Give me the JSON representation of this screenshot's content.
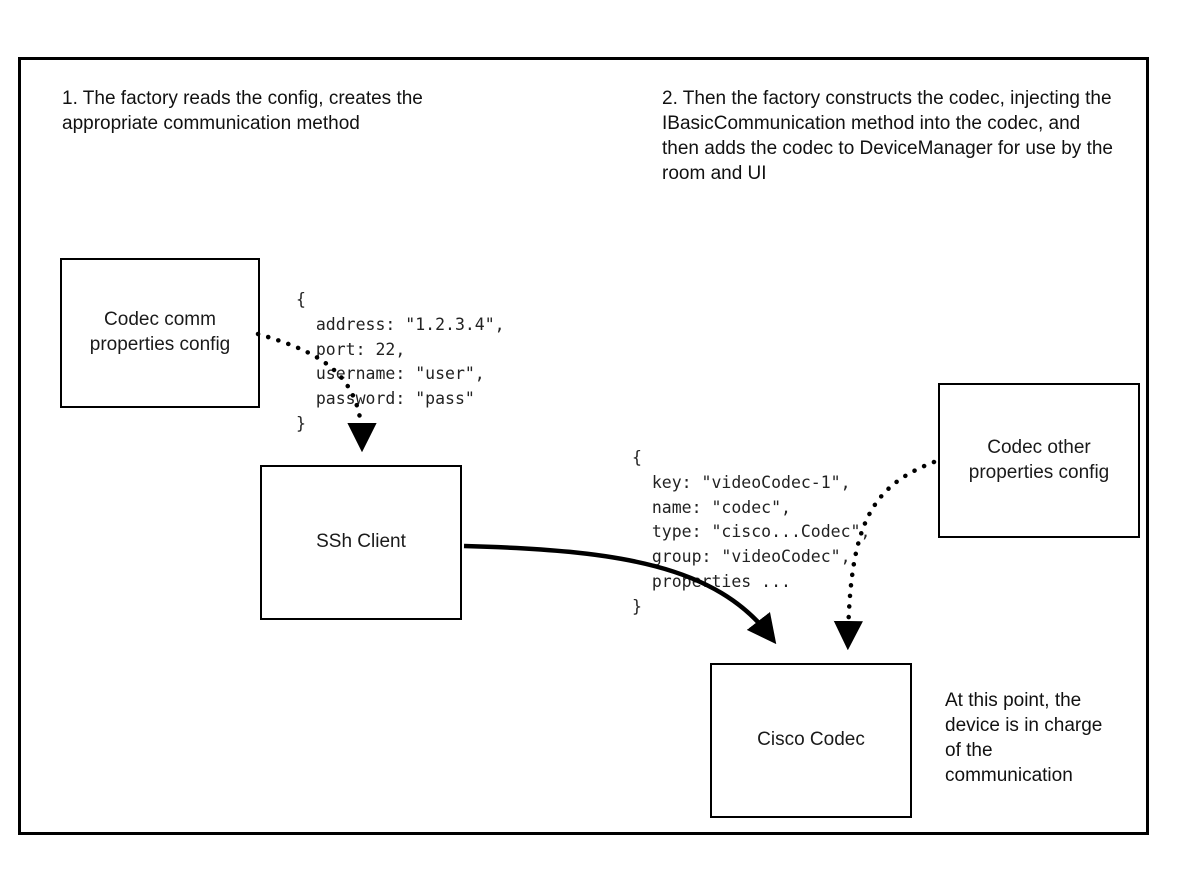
{
  "diagram": {
    "notes": {
      "step1": "1. The factory reads the config, creates the appropriate communication method",
      "step2": "2. Then the factory constructs the codec, injecting the IBasicCommunication method into the codec, and then adds the codec to DeviceManager for use by the room and UI",
      "endpoint": "At this point, the device is in charge of the communication"
    },
    "boxes": {
      "codec_comm_config": "Codec comm properties config",
      "ssh_client": "SSh Client",
      "codec_other_config": "Codec other properties config",
      "cisco_codec": "Cisco Codec"
    },
    "code": {
      "comm_properties": "{\n  address: \"1.2.3.4\",\n  port: 22,\n  username: \"user\",\n  password: \"pass\"\n}",
      "codec_properties": "{\n  key: \"videoCodec-1\",\n  name: \"codec\",\n  type: \"cisco...Codec\",\n  group: \"videoCodec\",\n  properties ...\n}"
    },
    "colors": {
      "line": "#000000",
      "background": "#ffffff"
    }
  }
}
